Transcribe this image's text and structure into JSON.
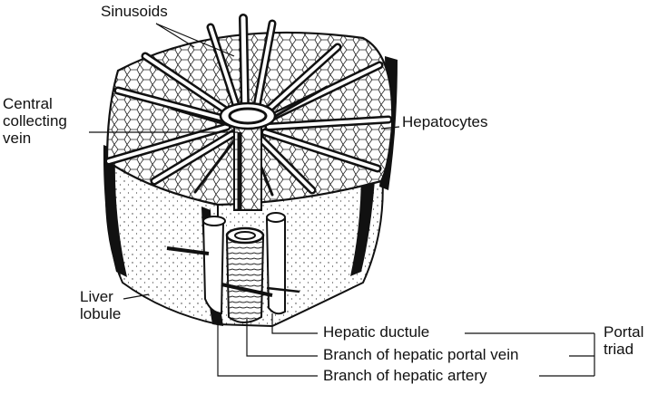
{
  "labels": {
    "sinusoids": "Sinusoids",
    "central_vein": [
      "Central",
      "collecting",
      "vein"
    ],
    "hepatocytes": "Hepatocytes",
    "liver_lobule": [
      "Liver",
      "lobule"
    ],
    "hepatic_ductule": "Hepatic ductule",
    "portal_vein_branch": "Branch of hepatic portal vein",
    "artery_branch": "Branch of hepatic artery",
    "portal_triad": [
      "Portal",
      "triad"
    ]
  },
  "colors": {
    "ink": "#111111",
    "paper": "#ffffff"
  }
}
